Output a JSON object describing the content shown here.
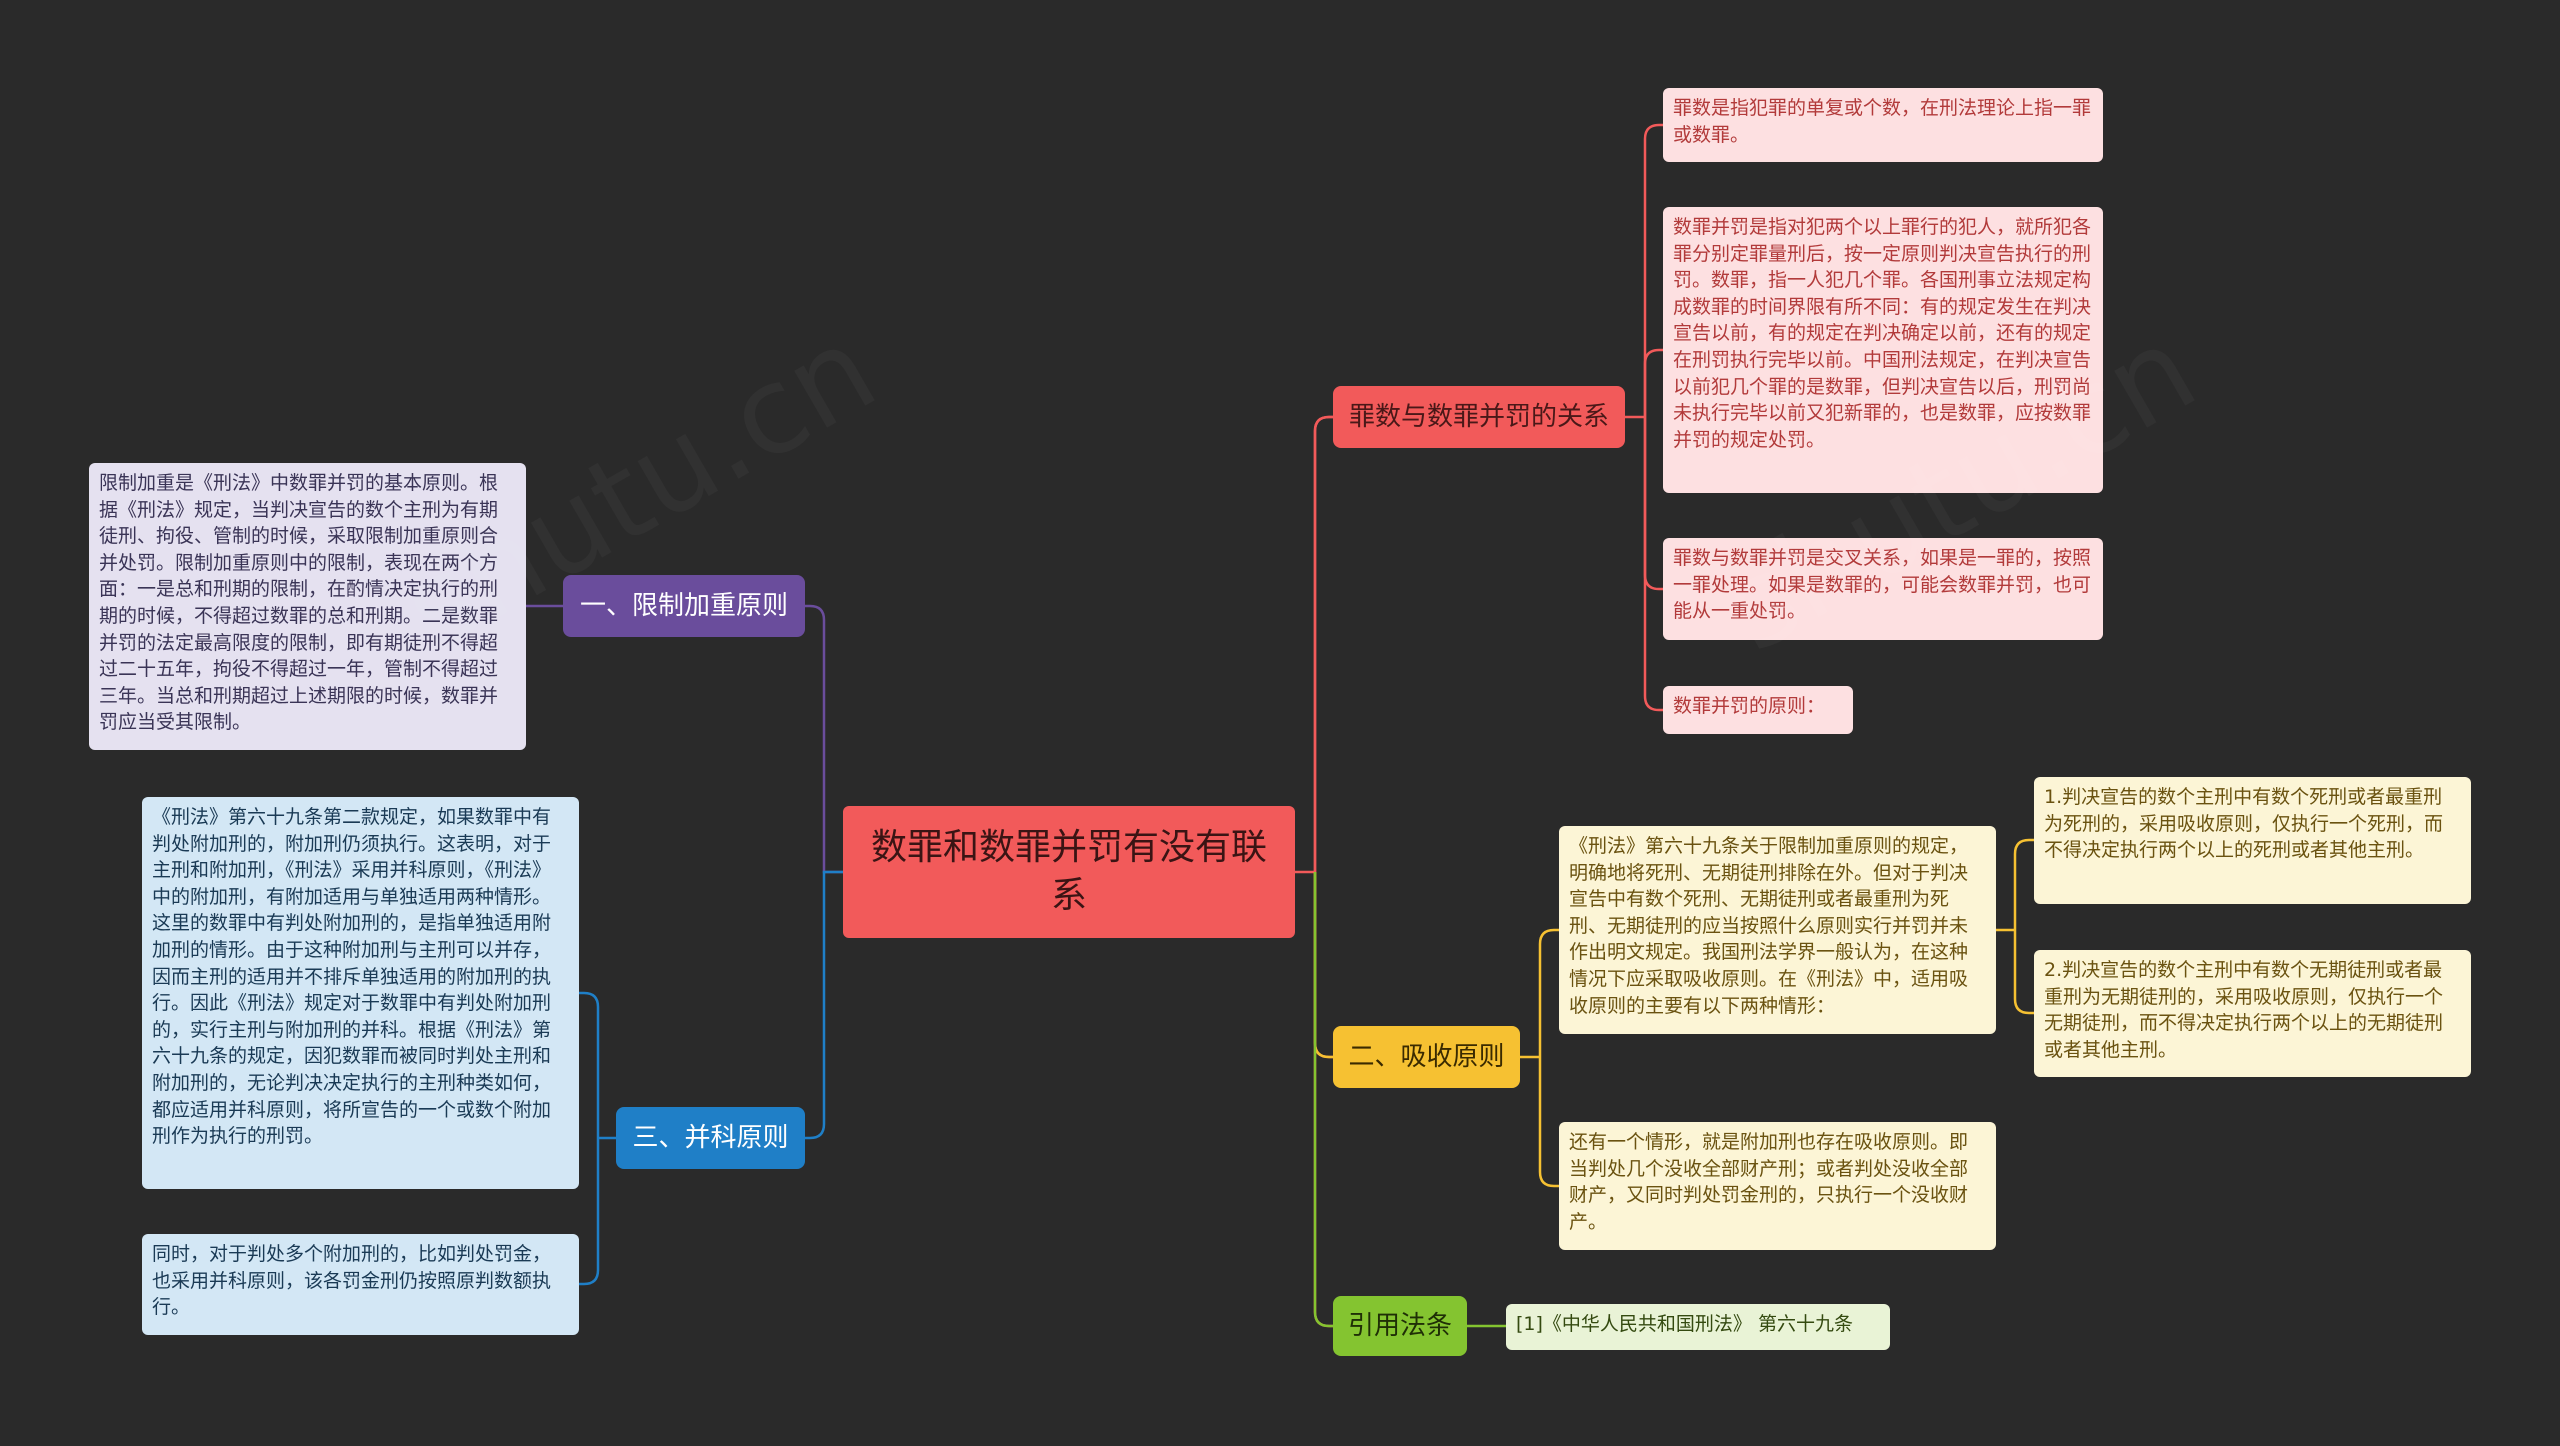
{
  "root": {
    "text": "数罪和数罪并罚有没有联系"
  },
  "branches": {
    "relation": {
      "label": "罪数与数罪并罚的关系",
      "color": "#f25a5a",
      "leaves": [
        "罪数是指犯罪的单复或个数，在刑法理论上指一罪或数罪。",
        "数罪并罚是指对犯两个以上罪行的犯人，就所犯各罪分别定罪量刑后，按一定原则判决宣告执行的刑罚。数罪，指一人犯几个罪。各国刑事立法规定构成数罪的时间界限有所不同：有的规定发生在判决宣告以前，有的规定在判决确定以前，还有的规定在刑罚执行完毕以前。中国刑法规定，在判决宣告以前犯几个罪的是数罪，但判决宣告以后，刑罚尚未执行完毕以前又犯新罪的，也是数罪，应按数罪并罚的规定处罚。",
        "罪数与数罪并罚是交叉关系，如果是一罪的，按照一罪处理。如果是数罪的，可能会数罪并罚，也可能从一重处罚。",
        "数罪并罚的原则："
      ]
    },
    "limit": {
      "label": "一、限制加重原则",
      "color": "#6a4d9c",
      "leaves": [
        "限制加重是《刑法》中数罪并罚的基本原则。根据《刑法》规定，当判决宣告的数个主刑为有期徒刑、拘役、管制的时候，采取限制加重原则合并处罚。限制加重原则中的限制，表现在两个方面：一是总和刑期的限制，在酌情决定执行的刑期的时候，不得超过数罪的总和刑期。二是数罪并罚的法定最高限度的限制，即有期徒刑不得超过二十五年，拘役不得超过一年，管制不得超过三年。当总和刑期超过上述期限的时候，数罪并罚应当受其限制。"
      ]
    },
    "cumulative": {
      "label": "三、并科原则",
      "color": "#1f7fc7",
      "leaves": [
        "《刑法》第六十九条第二款规定，如果数罪中有判处附加刑的，附加刑仍须执行。这表明，对于主刑和附加刑，《刑法》采用并科原则，《刑法》中的附加刑，有附加适用与单独适用两种情形。这里的数罪中有判处附加刑的，是指单独适用附加刑的情形。由于这种附加刑与主刑可以并存，因而主刑的适用并不排斥单独适用的附加刑的执行。因此《刑法》规定对于数罪中有判处附加刑的，实行主刑与附加刑的并科。根据《刑法》第六十九条的规定，因犯数罪而被同时判处主刑和附加刑的，无论判决决定执行的主刑种类如何，都应适用并科原则，将所宣告的一个或数个附加刑作为执行的刑罚。",
        "同时，对于判处多个附加刑的，比如判处罚金，也采用并科原则，该各罚金刑仍按照原判数额执行。"
      ]
    },
    "absorb": {
      "label": "二、吸收原则",
      "color": "#f6c132",
      "leaves": [
        "《刑法》第六十九条关于限制加重原则的规定，明确地将死刑、无期徒刑排除在外。但对于判决宣告中有数个死刑、无期徒刑或者最重刑为死刑、无期徒刑的应当按照什么原则实行并罚并未作出明文规定。我国刑法学界一般认为，在这种情况下应采取吸收原则。在《刑法》中，适用吸收原则的主要有以下两种情形：",
        "还有一个情形，就是附加刑也存在吸收原则。即当判处几个没收全部财产刑；或者判处没收全部财产，又同时判处罚金刑的，只执行一个没收财产。"
      ],
      "subleaves": [
        "1.判决宣告的数个主刑中有数个死刑或者最重刑为死刑的，采用吸收原则，仅执行一个死刑，而不得决定执行两个以上的死刑或者其他主刑。",
        "2.判决宣告的数个主刑中有数个无期徒刑或者最重刑为无期徒刑的，采用吸收原则，仅执行一个无期徒刑，而不得决定执行两个以上的无期徒刑或者其他主刑。"
      ]
    },
    "law": {
      "label": "引用法条",
      "color": "#84c430",
      "leaves": [
        "[1]《中华人民共和国刑法》 第六十九条"
      ]
    }
  },
  "colors": {
    "background": "#2a2a2a",
    "red": "#f25a5a",
    "purple": "#6a4d9c",
    "blue": "#1f7fc7",
    "yellow": "#f6c132",
    "green": "#84c430"
  }
}
